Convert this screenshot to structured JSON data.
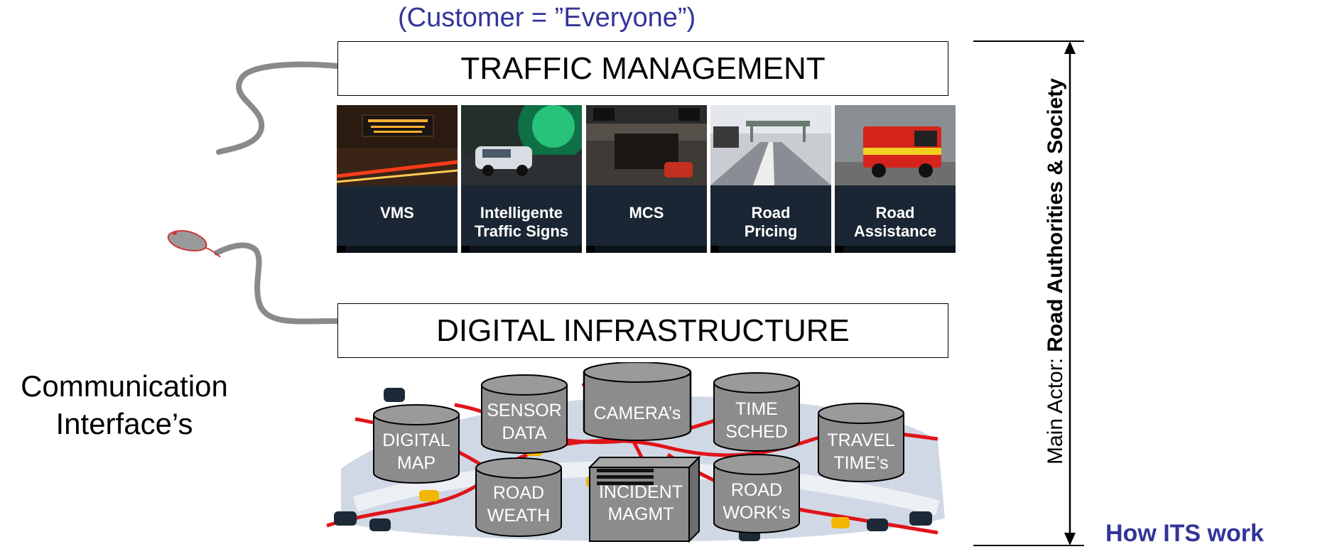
{
  "header": {
    "customer_note": "(Customer = ”Everyone”)"
  },
  "traffic_management": {
    "title": "TRAFFIC MANAGEMENT",
    "tiles": [
      {
        "line1": "VMS",
        "line2": ""
      },
      {
        "line1": "Intelligente",
        "line2": "Traffic Signs"
      },
      {
        "line1": "MCS",
        "line2": ""
      },
      {
        "line1": "Road",
        "line2": "Pricing"
      },
      {
        "line1": "Road",
        "line2": "Assistance"
      }
    ]
  },
  "digital_infrastructure": {
    "title": "DIGITAL INFRASTRUCTURE",
    "databases": [
      {
        "line1": "DIGITAL",
        "line2": "MAP"
      },
      {
        "line1": "SENSOR",
        "line2": "DATA"
      },
      {
        "line1": "CAMERA’s",
        "line2": ""
      },
      {
        "line1": "TIME",
        "line2": "SCHED"
      },
      {
        "line1": "TRAVEL",
        "line2": "TIME’s"
      },
      {
        "line1": "ROAD",
        "line2": "WEATH"
      },
      {
        "line1": "INCIDENT",
        "line2": "MAGMT"
      },
      {
        "line1": "ROAD",
        "line2": "WORK’s"
      }
    ]
  },
  "communication": {
    "line1": "Communication",
    "line2": "Interface’s"
  },
  "actor": {
    "prefix": "Main Actor: ",
    "name": "Road Authorities & Society"
  },
  "footer": {
    "caption": "How ITS work"
  },
  "colors": {
    "accent": "#33349a",
    "tile_plate": "#1a2633",
    "road": "#e0141a",
    "db_fill": "#8c8c8c"
  }
}
